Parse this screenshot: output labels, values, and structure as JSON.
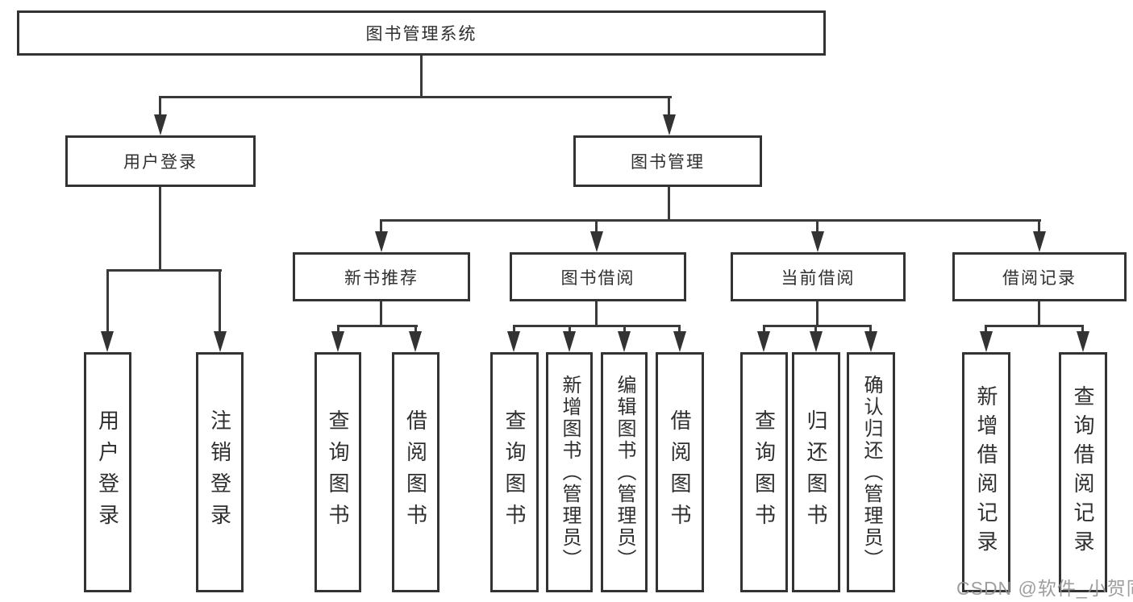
{
  "root": {
    "label": "图书管理系统"
  },
  "level2": [
    {
      "label": "用户登录"
    },
    {
      "label": "图书管理"
    }
  ],
  "level3": [
    {
      "label": "新书推荐"
    },
    {
      "label": "图书借阅"
    },
    {
      "label": "当前借阅"
    },
    {
      "label": "借阅记录"
    }
  ],
  "leaves": [
    {
      "label": "用户登录"
    },
    {
      "label": "注销登录"
    },
    {
      "label": "查询图书"
    },
    {
      "label": "借阅图书"
    },
    {
      "label": "查询图书"
    },
    {
      "label": "新增图书（管理员）"
    },
    {
      "label": "编辑图书（管理员）"
    },
    {
      "label": "借阅图书"
    },
    {
      "label": "查询图书"
    },
    {
      "label": "归还图书"
    },
    {
      "label": "确认归还（管理员）"
    },
    {
      "label": "新增借阅记录"
    },
    {
      "label": "查询借阅记录"
    }
  ],
  "watermark": {
    "text": "CSDN @软件_小贺同学"
  },
  "colors": {
    "line": "#3a3a3a",
    "border": "#333333",
    "text": "#2f2f2f",
    "watermark": "#949494",
    "background": "#ffffff"
  }
}
